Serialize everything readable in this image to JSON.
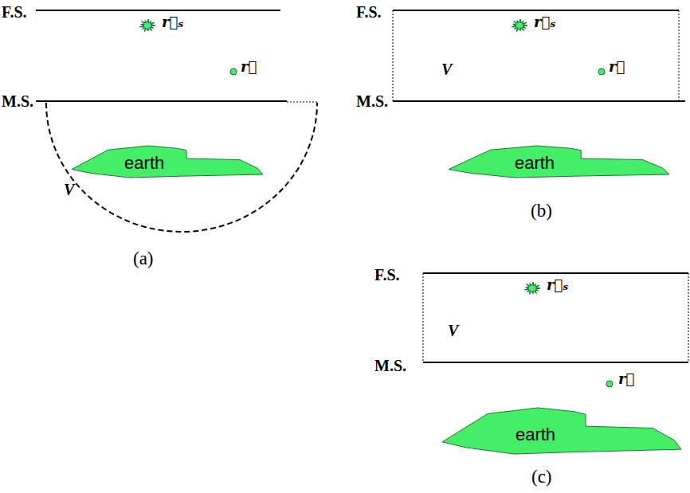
{
  "diagram": {
    "nodes": [
      {
        "text": [
          "earth"
        ]
      },
      {
        "text": [
          "earth"
        ]
      },
      {
        "text": [
          "earth"
        ]
      }
    ],
    "labels": [
      "F.S.",
      "r⃗ₛ",
      "r⃗",
      "M.S.",
      "V",
      "(a)",
      "F.S.",
      "r⃗ₛ",
      "V",
      "r⃗",
      "M.S.",
      "(b)",
      "F.S.",
      "r⃗ₛ",
      "V",
      "M.S.",
      "r⃗",
      "(c)"
    ]
  }
}
